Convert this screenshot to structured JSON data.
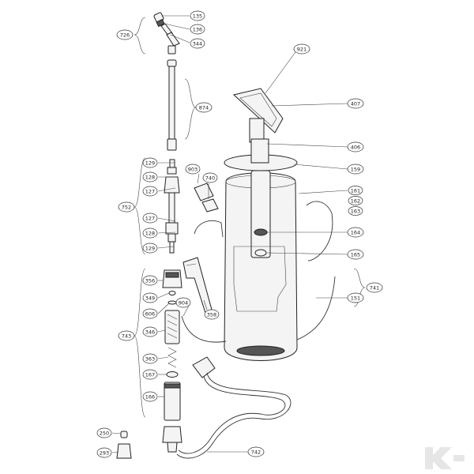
{
  "callouts": {
    "c135": "135",
    "c136": "136",
    "c344": "344",
    "c726": "726",
    "c874": "874",
    "c129a": "129",
    "c128a": "128",
    "c127a": "127",
    "c752": "752",
    "c127b": "127",
    "c128b": "128",
    "c129b": "129",
    "c903": "903",
    "c740": "740",
    "c356": "356",
    "c349": "349",
    "c606": "606",
    "c904": "904",
    "c358": "358",
    "c743": "743",
    "c346": "346",
    "c363": "363",
    "c167": "167",
    "c166": "166",
    "c250": "250",
    "c293": "293",
    "c742": "742",
    "c921": "921",
    "c407": "407",
    "c406": "406",
    "c159": "159",
    "c161": "161",
    "c162": "162",
    "c163": "163",
    "c164": "164",
    "c165": "165",
    "c741": "741",
    "c151": "151"
  },
  "icons": {
    "logo": "k-logo"
  }
}
